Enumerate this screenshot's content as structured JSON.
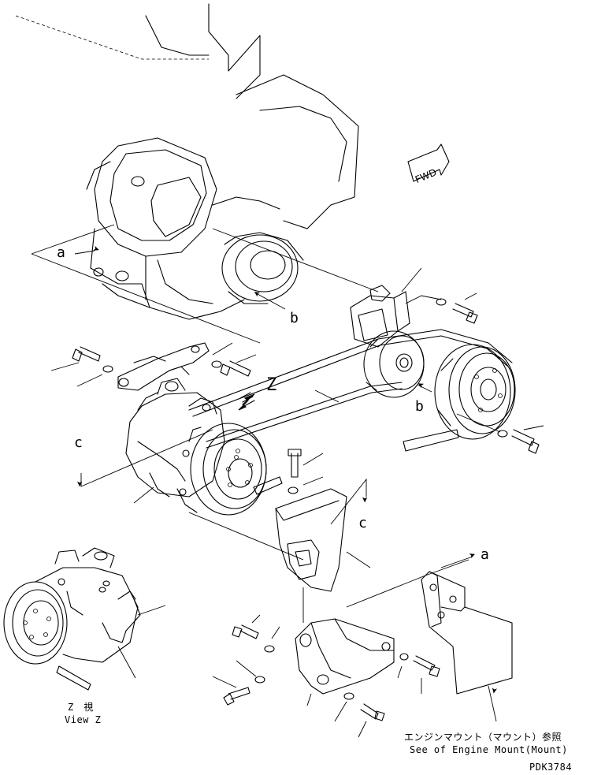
{
  "labels": {
    "a_top": "a",
    "a_bottom": "a",
    "b_top": "b",
    "b_right": "b",
    "c_left": "c",
    "c_right": "c",
    "z": "Z",
    "fwd": "FWD"
  },
  "view_caption": {
    "jp": "Z　視",
    "en": "View Z"
  },
  "reference_note": {
    "jp": "エンジンマウント（マウント）参照",
    "en": "See of Engine Mount(Mount)"
  },
  "drawing_number": "PDK3784"
}
